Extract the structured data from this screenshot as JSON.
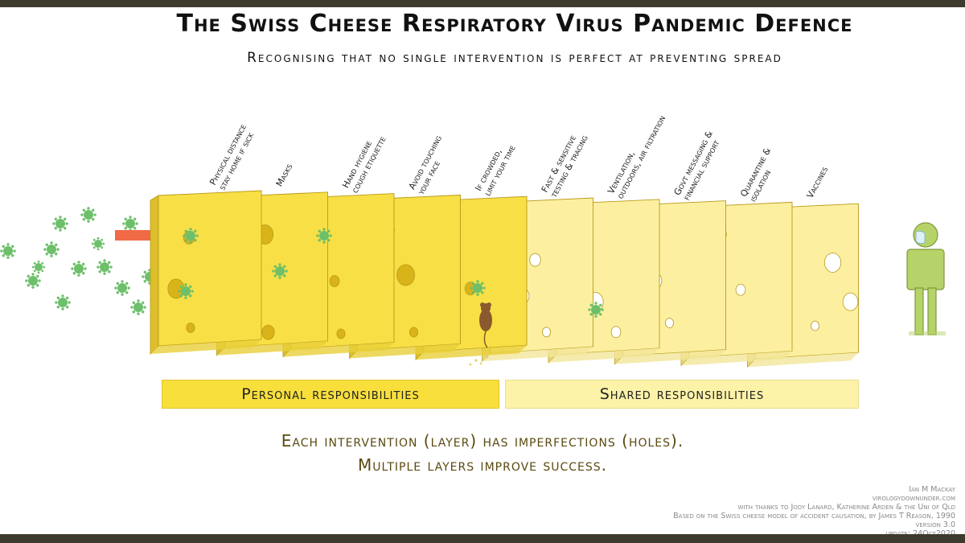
{
  "title": "The Swiss Cheese Respiratory Virus Pandemic Defence",
  "subtitle": "Recognising that no single intervention is perfect at preventing spread",
  "layers": [
    {
      "lines": [
        "Physical distance",
        "stay home if sick"
      ],
      "group": "personal"
    },
    {
      "lines": [
        "Masks"
      ],
      "group": "personal"
    },
    {
      "lines": [
        "Hand hygiene",
        "cough etiquette"
      ],
      "group": "personal"
    },
    {
      "lines": [
        "Avoid touching",
        "your face"
      ],
      "group": "personal"
    },
    {
      "lines": [
        "If crowded,",
        "limit your time"
      ],
      "group": "personal"
    },
    {
      "lines": [
        "Fast & sensitive",
        "testing & tracing"
      ],
      "group": "shared"
    },
    {
      "lines": [
        "Ventilation,",
        "outdoors, air filtration"
      ],
      "group": "shared"
    },
    {
      "lines": [
        "Govt messaging &",
        "financial support"
      ],
      "group": "shared"
    },
    {
      "lines": [
        "Quarantine &",
        "isolation"
      ],
      "group": "shared"
    },
    {
      "lines": [
        "Vaccines"
      ],
      "group": "shared"
    }
  ],
  "bands": {
    "personal": "Personal responsibilities",
    "shared": "Shared responsibilities"
  },
  "message": {
    "line1": "Each intervention (layer) has imperfections (holes).",
    "line2": "Multiple layers improve success."
  },
  "credits": [
    "Ian M Mackay",
    "virologydownunder.com",
    "with thanks to Jody Lanard, Katherine Arden & the Uni of Qld",
    "Based on the Swiss cheese model of accident causation, by James T Reason, 1990",
    "version 3.0",
    "update: 24Oct2020"
  ],
  "colors": {
    "personal_cheese": "#f8df45",
    "shared_cheese": "#fcf0a0",
    "hole": "#d8b418",
    "virus": "#6dbf6a",
    "arrow": "#f06a45",
    "person": "#b6d36a",
    "mouse": "#8a5a2e",
    "text_brown": "#5a4a10"
  },
  "icons": [
    "virus-particle-icon",
    "arrow-icon",
    "mouse-icon",
    "person-icon",
    "mask-icon"
  ]
}
